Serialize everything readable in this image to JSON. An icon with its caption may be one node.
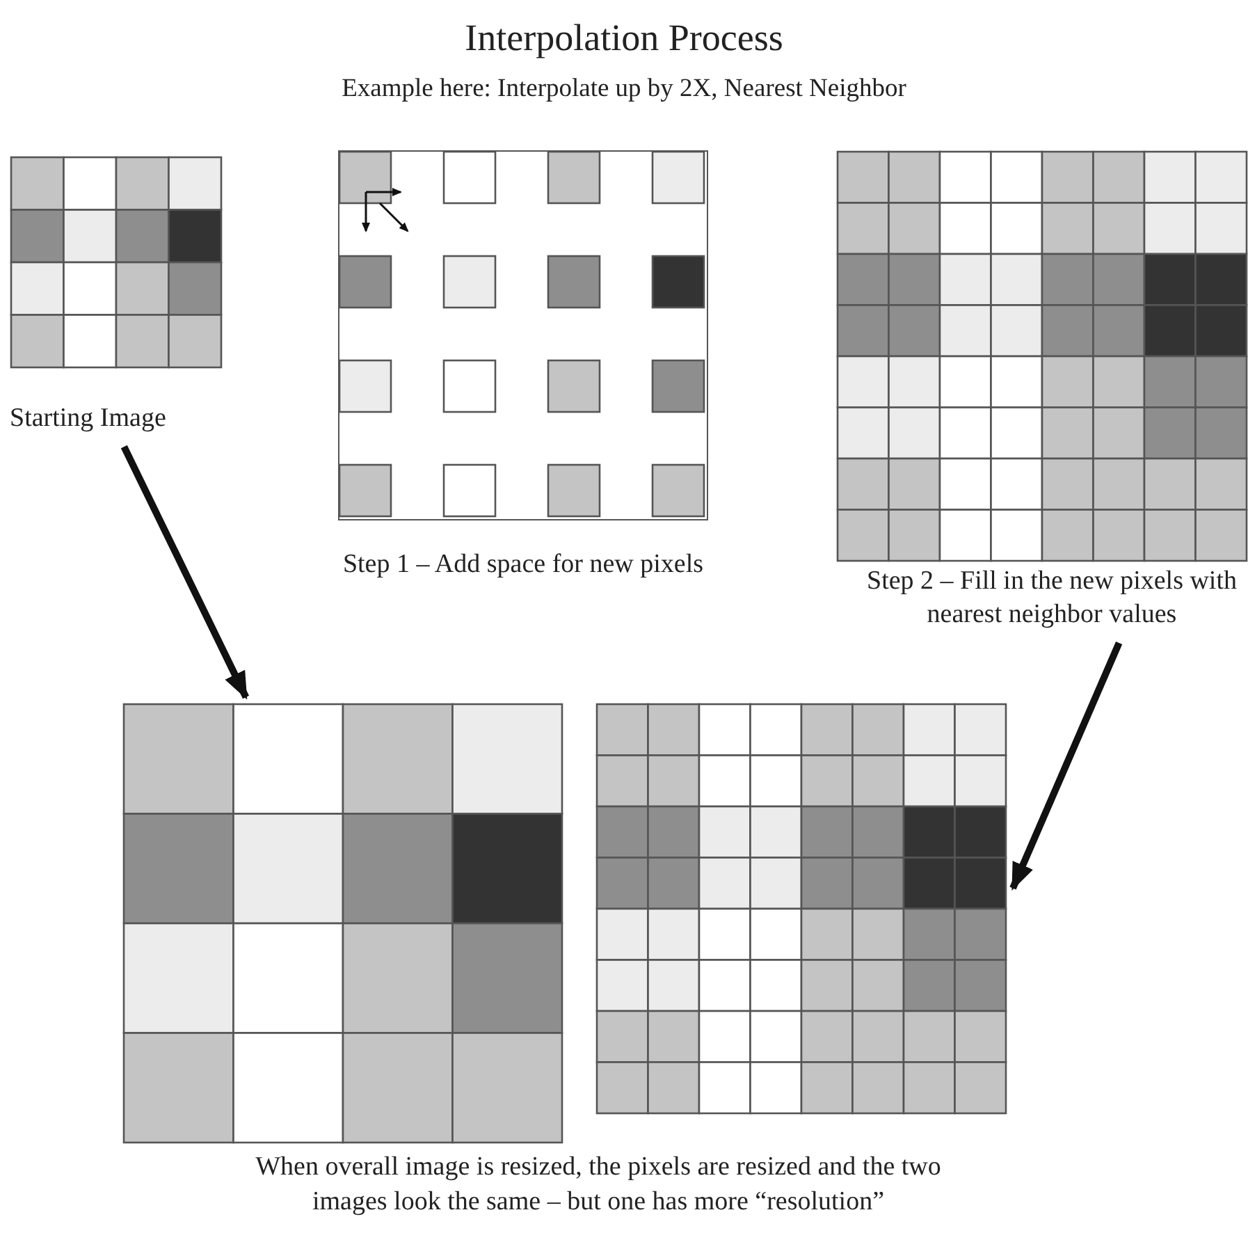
{
  "diagram": {
    "title": "Interpolation Process",
    "caption": "When overall image is resized, the pixels are resized and the two images look the same – but one has more “resolution”",
    "nodes": [
      {
        "text": [],
        "shape": "picture",
        "beside": [
          "Starting Image"
        ]
      },
      {
        "text": [],
        "shape": "picture",
        "beside": [
          "Step 1 – Add space for new pixels"
        ]
      },
      {
        "text": [],
        "shape": "picture",
        "beside": [
          "Step 2 – Fill in the new pixels with nearest neighbor values"
        ]
      },
      {
        "text": [],
        "shape": "picture"
      },
      {
        "text": [],
        "shape": "picture"
      }
    ],
    "edges": [
      {
        "from": 0,
        "to": 3,
        "arrow": "to"
      },
      {
        "from": 2,
        "to": 4,
        "arrow": "to"
      }
    ],
    "labels": [
      "Example here: Interpolate up by 2X, Nearest Neighbor"
    ]
  }
}
